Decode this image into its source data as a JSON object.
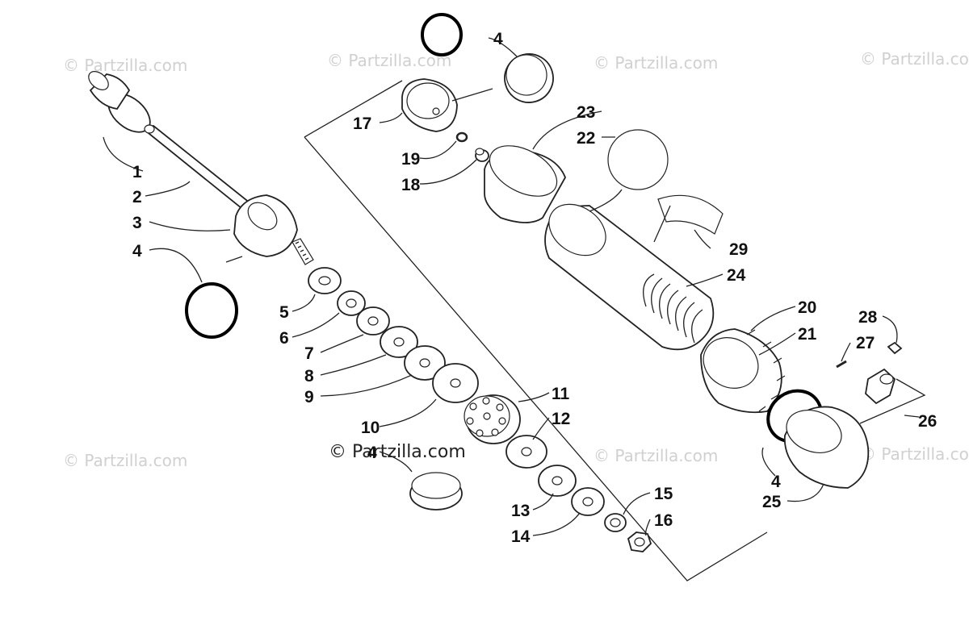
{
  "diagram": {
    "watermark": "© Partzilla.com",
    "callouts": [
      "1",
      "2",
      "3",
      "4",
      "5",
      "6",
      "7",
      "8",
      "9",
      "10",
      "11",
      "12",
      "13",
      "14",
      "15",
      "16",
      "17",
      "18",
      "19",
      "20",
      "21",
      "22",
      "23",
      "24",
      "25",
      "26",
      "27",
      "28",
      "29"
    ]
  },
  "colors": {
    "line": "#222222",
    "oring": "#000000",
    "watermark": "#d0d0d0",
    "background": "#ffffff"
  }
}
